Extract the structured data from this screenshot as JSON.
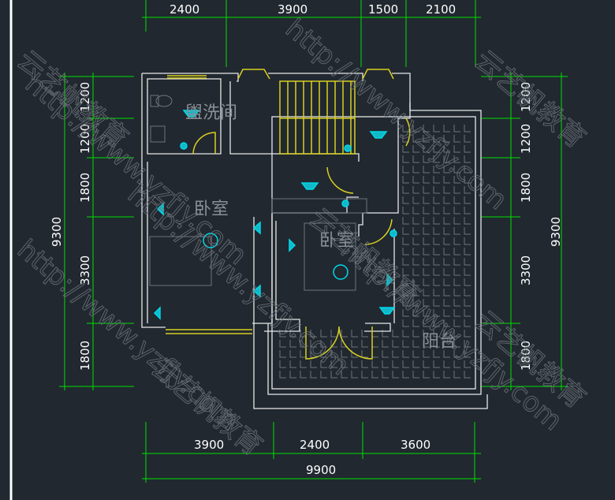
{
  "dimensions": {
    "top": [
      "2400",
      "3900",
      "1500",
      "2100"
    ],
    "left": [
      "1200",
      "1200",
      "1800",
      "3300",
      "1800"
    ],
    "left_total": "9300",
    "right": [
      "1200",
      "1200",
      "1800",
      "3300",
      "1800"
    ],
    "right_total": "9300",
    "bottom": [
      "3900",
      "2400",
      "3600"
    ],
    "bottom_total": "9900"
  },
  "rooms": {
    "bathroom": "盥洗间",
    "bedroom": "卧室",
    "balcony": "阳台"
  },
  "watermarks": {
    "url": "http://www.yzfjy.com",
    "brand": "云艺帆教育"
  },
  "colors": {
    "background": "#212830",
    "dimension": "#00e000",
    "wall": "#e8e8e8",
    "door_window": "#d8d020",
    "fixture": "#00d8e8"
  }
}
